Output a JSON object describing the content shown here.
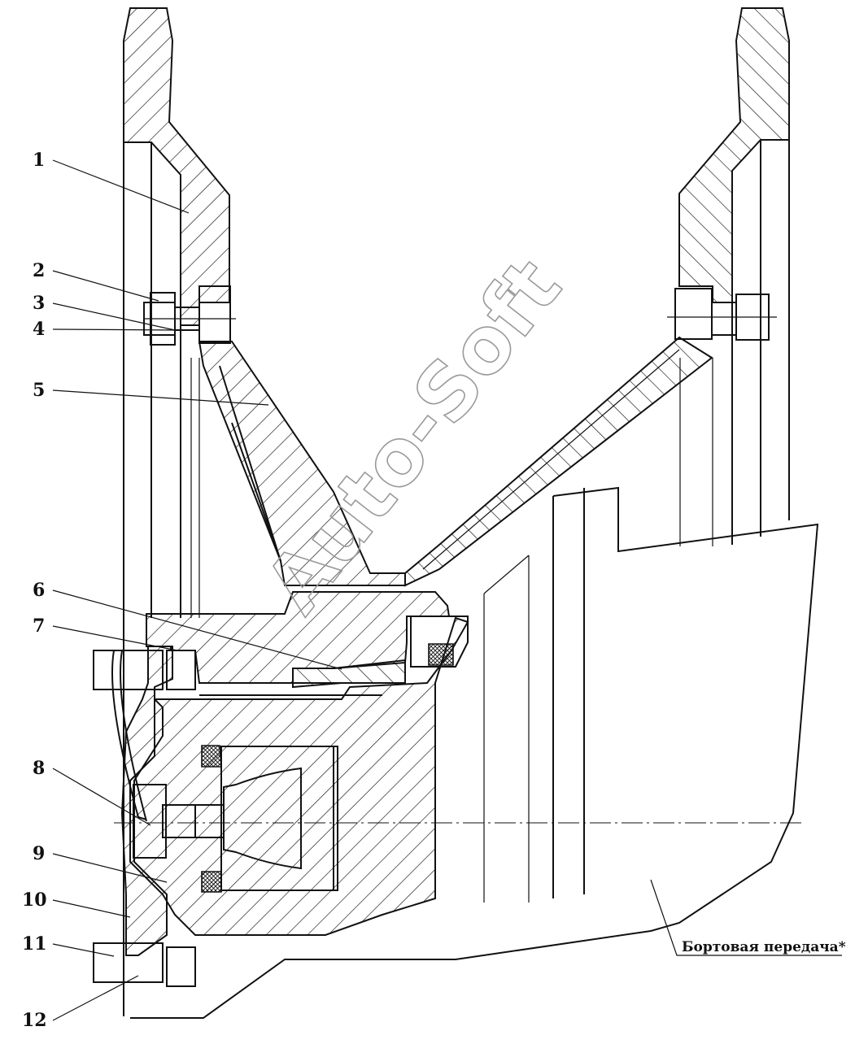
{
  "callouts": [
    {
      "id": "1",
      "label": "1"
    },
    {
      "id": "2",
      "label": "2"
    },
    {
      "id": "3",
      "label": "3"
    },
    {
      "id": "4",
      "label": "4"
    },
    {
      "id": "5",
      "label": "5"
    },
    {
      "id": "6",
      "label": "6"
    },
    {
      "id": "7",
      "label": "7"
    },
    {
      "id": "8",
      "label": "8"
    },
    {
      "id": "9",
      "label": "9"
    },
    {
      "id": "10",
      "label": "10"
    },
    {
      "id": "11",
      "label": "11"
    },
    {
      "id": "12",
      "label": "12"
    }
  ],
  "caption": "Бортовая передача*",
  "watermark": "Auto-Soft"
}
